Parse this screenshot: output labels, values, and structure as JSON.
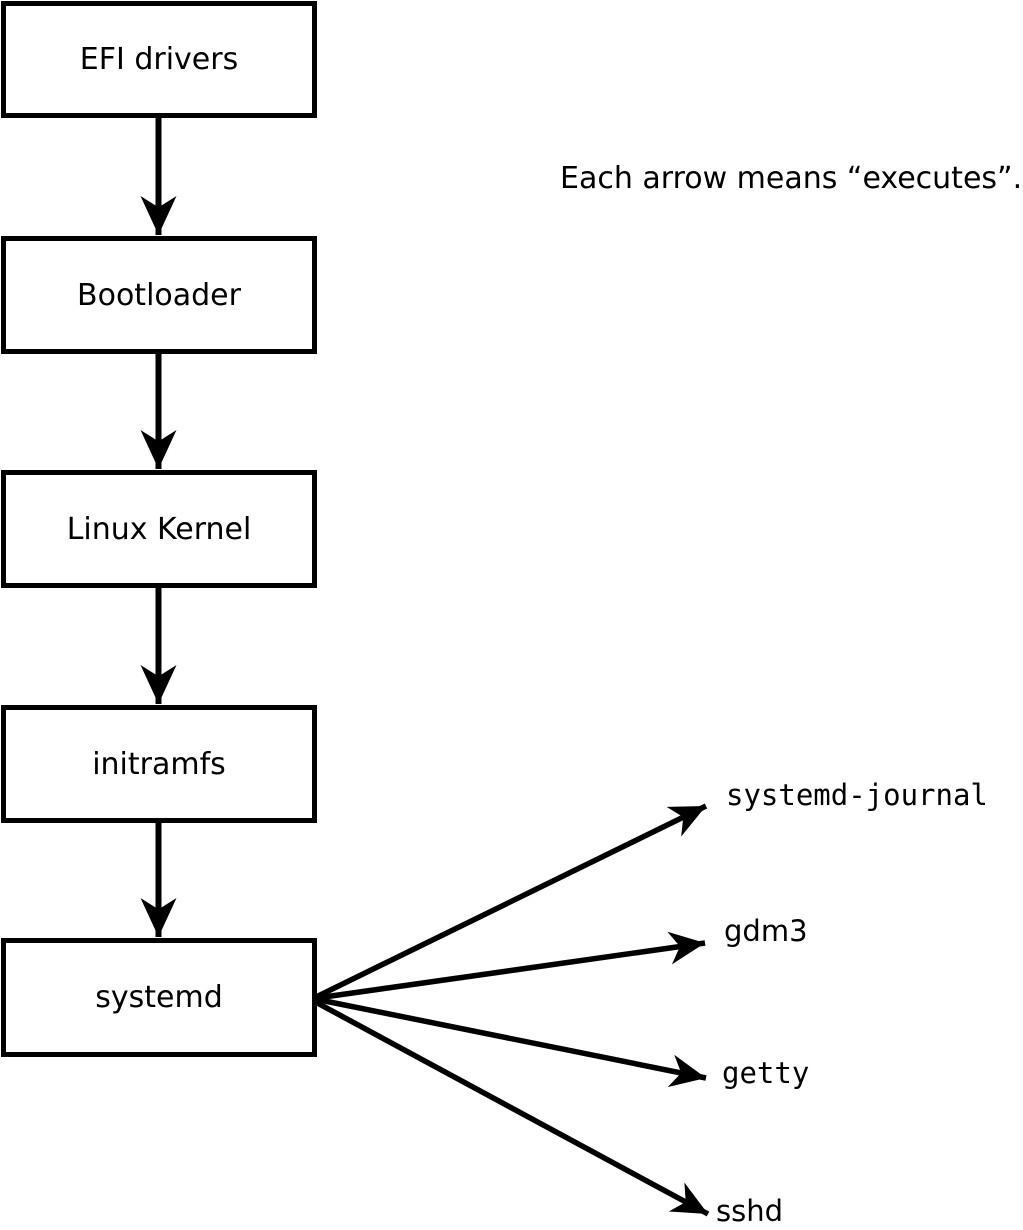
{
  "diagram": {
    "background": "#ffffff",
    "line_color": "#000000",
    "note": "Each arrow means “executes”.",
    "boot_chain": [
      {
        "label": "EFI drivers"
      },
      {
        "label": "Bootloader"
      },
      {
        "label": "Linux Kernel"
      },
      {
        "label": "initramfs"
      },
      {
        "label": "systemd"
      }
    ],
    "spawned_processes": [
      {
        "label": "systemd-journal"
      },
      {
        "label": "gdm3"
      },
      {
        "label": "getty"
      },
      {
        "label": "sshd"
      }
    ],
    "edges": [
      {
        "from": "EFI drivers",
        "to": "Bootloader",
        "relation": "executes"
      },
      {
        "from": "Bootloader",
        "to": "Linux Kernel",
        "relation": "executes"
      },
      {
        "from": "Linux Kernel",
        "to": "initramfs",
        "relation": "executes"
      },
      {
        "from": "initramfs",
        "to": "systemd",
        "relation": "executes"
      },
      {
        "from": "systemd",
        "to": "systemd-journal",
        "relation": "executes"
      },
      {
        "from": "systemd",
        "to": "gdm3",
        "relation": "executes"
      },
      {
        "from": "systemd",
        "to": "getty",
        "relation": "executes"
      },
      {
        "from": "systemd",
        "to": "sshd",
        "relation": "executes"
      }
    ]
  }
}
